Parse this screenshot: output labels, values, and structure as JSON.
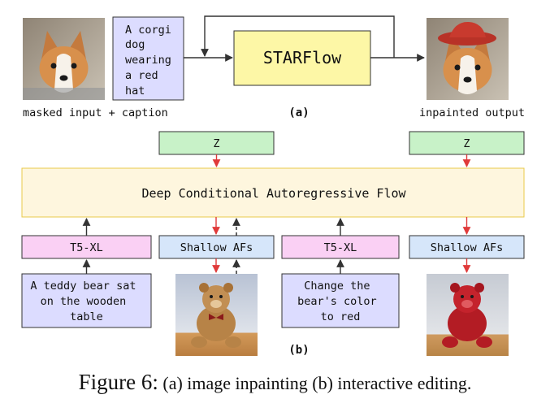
{
  "part_a": {
    "caption_lines": [
      "A corgi",
      "dog",
      "wearing",
      "a red",
      "hat"
    ],
    "model_label": "STARFlow",
    "input_label": "masked input + caption",
    "output_label": "inpainted output",
    "panel_label": "(a)"
  },
  "part_b": {
    "z_label": "Z",
    "flow_label": "Deep Conditional Autoregressive Flow",
    "encoder_label": "T5-XL",
    "shallow_label": "Shallow AFs",
    "prompt_1_lines": [
      "A teddy bear sat",
      "on the wooden",
      "table"
    ],
    "prompt_2_lines": [
      "Change the",
      "bear's color",
      "to red"
    ],
    "panel_label": "(b)"
  },
  "figure_caption": {
    "prefix": "Figure 6:",
    "text": " (a) image inpainting (b) interactive editing."
  },
  "colors": {
    "caption_box": "#dcdcff",
    "model_box": "#fdf7a6",
    "z_box": "#c8f2c8",
    "flow_box": "#fef6de",
    "t5_box": "#fad0f4",
    "shallow_box": "#d6e6fa",
    "red_arrow": "#e03a3a",
    "dark_arrow": "#333333"
  }
}
